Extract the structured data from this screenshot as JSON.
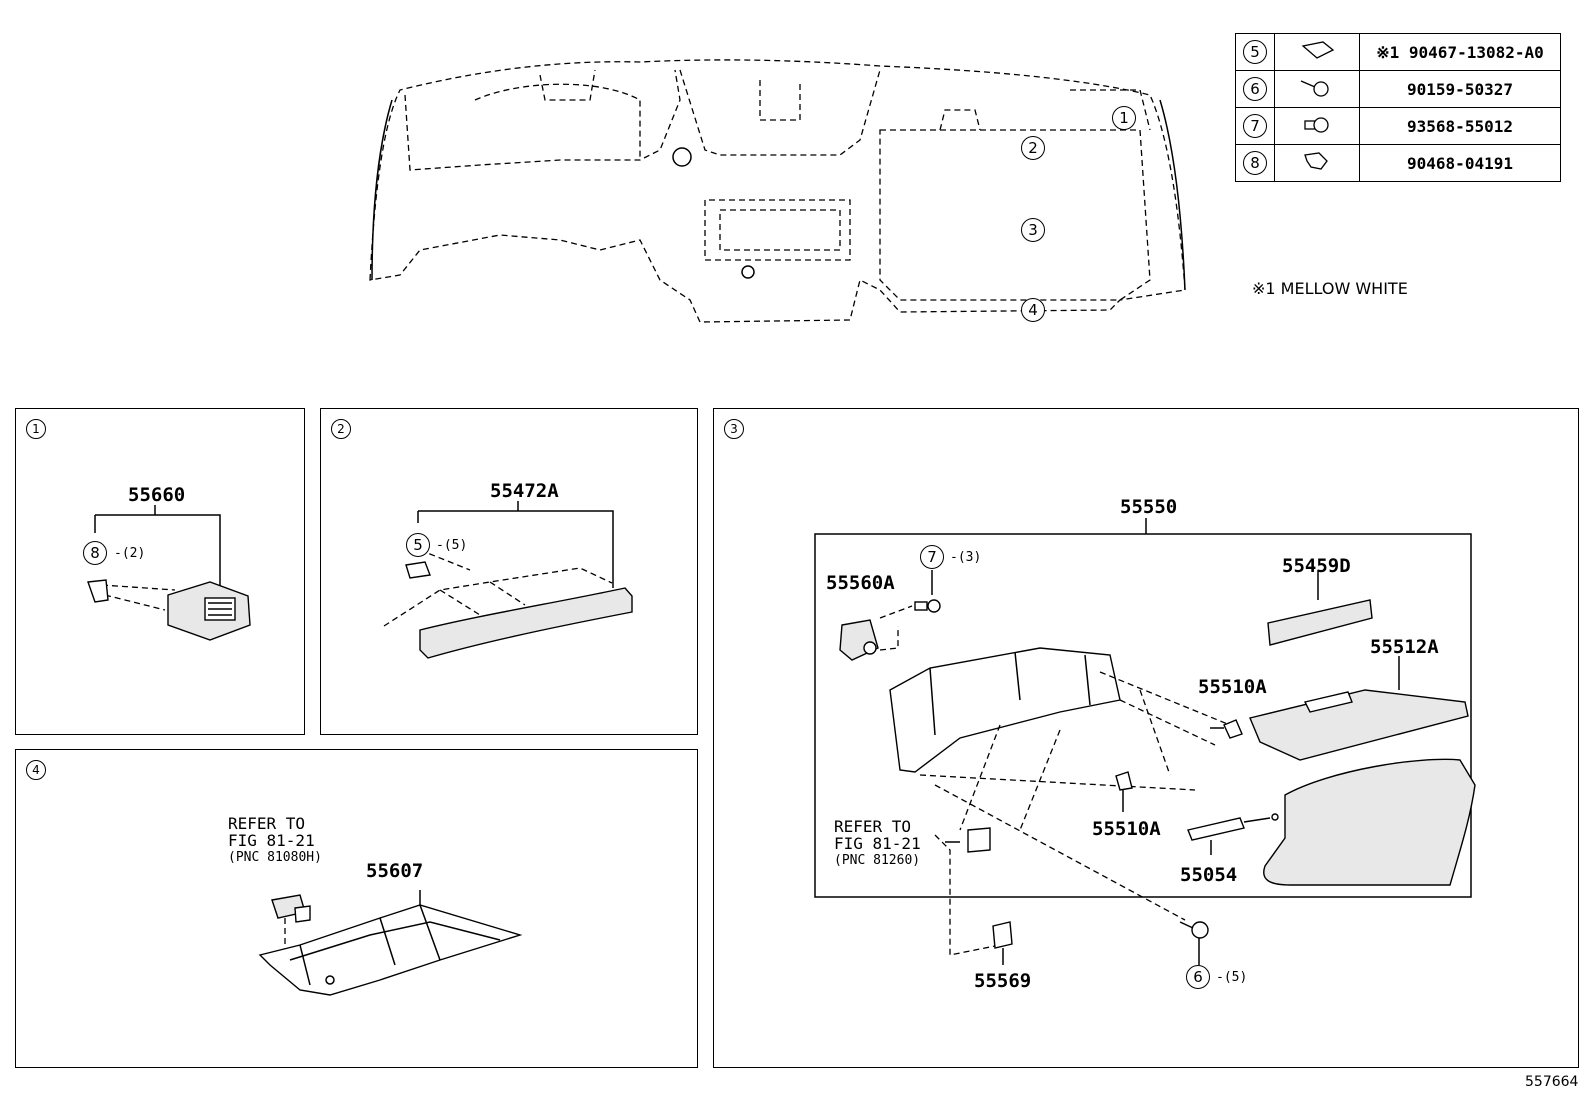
{
  "diagram_id": "557664",
  "parts_table": [
    {
      "ref": "5",
      "part_no": "※1 90467-13082-A0",
      "icon": "clip-icon"
    },
    {
      "ref": "6",
      "part_no": "90159-50327",
      "icon": "screw-icon"
    },
    {
      "ref": "7",
      "part_no": "93568-55012",
      "icon": "bolt-icon"
    },
    {
      "ref": "8",
      "part_no": "90468-04191",
      "icon": "retainer-icon"
    }
  ],
  "note": "※1 MELLOW WHITE",
  "overview_refs": [
    "1",
    "2",
    "3",
    "4"
  ],
  "panels": {
    "p1": {
      "ref": "1",
      "part": "55660",
      "fastener_ref": "8",
      "fastener_qty": "-(2)"
    },
    "p2": {
      "ref": "2",
      "part": "55472A",
      "fastener_ref": "5",
      "fastener_qty": "-(5)"
    },
    "p3": {
      "ref": "3",
      "assembly": "55550",
      "parts": {
        "a": "55560A",
        "b": "55459D",
        "c": "55512A",
        "d": "55510A",
        "e": "55510A",
        "f": "55054",
        "g": "55569"
      },
      "bolt_ref": "7",
      "bolt_qty": "-(3)",
      "screw_ref": "6",
      "screw_qty": "-(5)",
      "refer_lines": [
        "REFER TO",
        "FIG 81-21",
        "(PNC 81260)"
      ]
    },
    "p4": {
      "ref": "4",
      "part": "55607",
      "refer_lines": [
        "REFER TO",
        "FIG 81-21",
        "(PNC 81080H)"
      ]
    }
  }
}
